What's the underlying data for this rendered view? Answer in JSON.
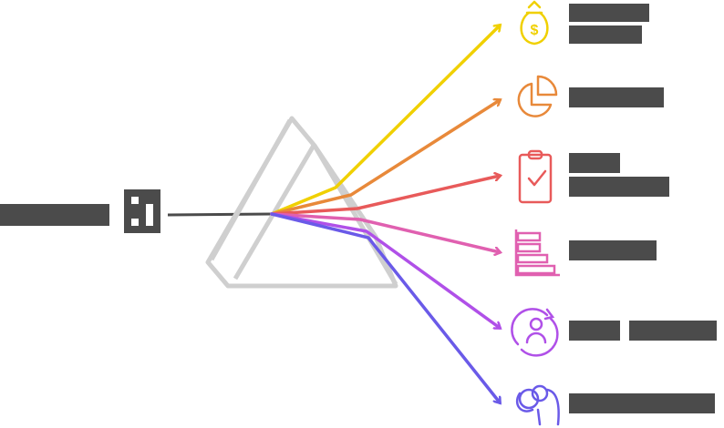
{
  "diagram": {
    "title": "Prism dispersion diagram",
    "input": {
      "label": "[redacted]",
      "icon": "document-icon",
      "color": "#4b4b4b"
    },
    "prism": {
      "stroke": "#cfcfcf"
    },
    "outputs": [
      {
        "label": "[redacted two-line label]",
        "icon": "money-bag-icon",
        "color": "#f0d000"
      },
      {
        "label": "[redacted]",
        "icon": "pie-chart-icon",
        "color": "#e8893a"
      },
      {
        "label": "[redacted two-line label]",
        "icon": "clipboard-check-icon",
        "color": "#e85a5a"
      },
      {
        "label": "[redacted]",
        "icon": "bar-stack-icon",
        "color": "#e060b0"
      },
      {
        "label": "[redacted]",
        "icon": "user-cycle-icon",
        "color": "#b050e8"
      },
      {
        "label": "[redacted]",
        "icon": "brain-hand-icon",
        "color": "#6a5ae8"
      }
    ]
  }
}
